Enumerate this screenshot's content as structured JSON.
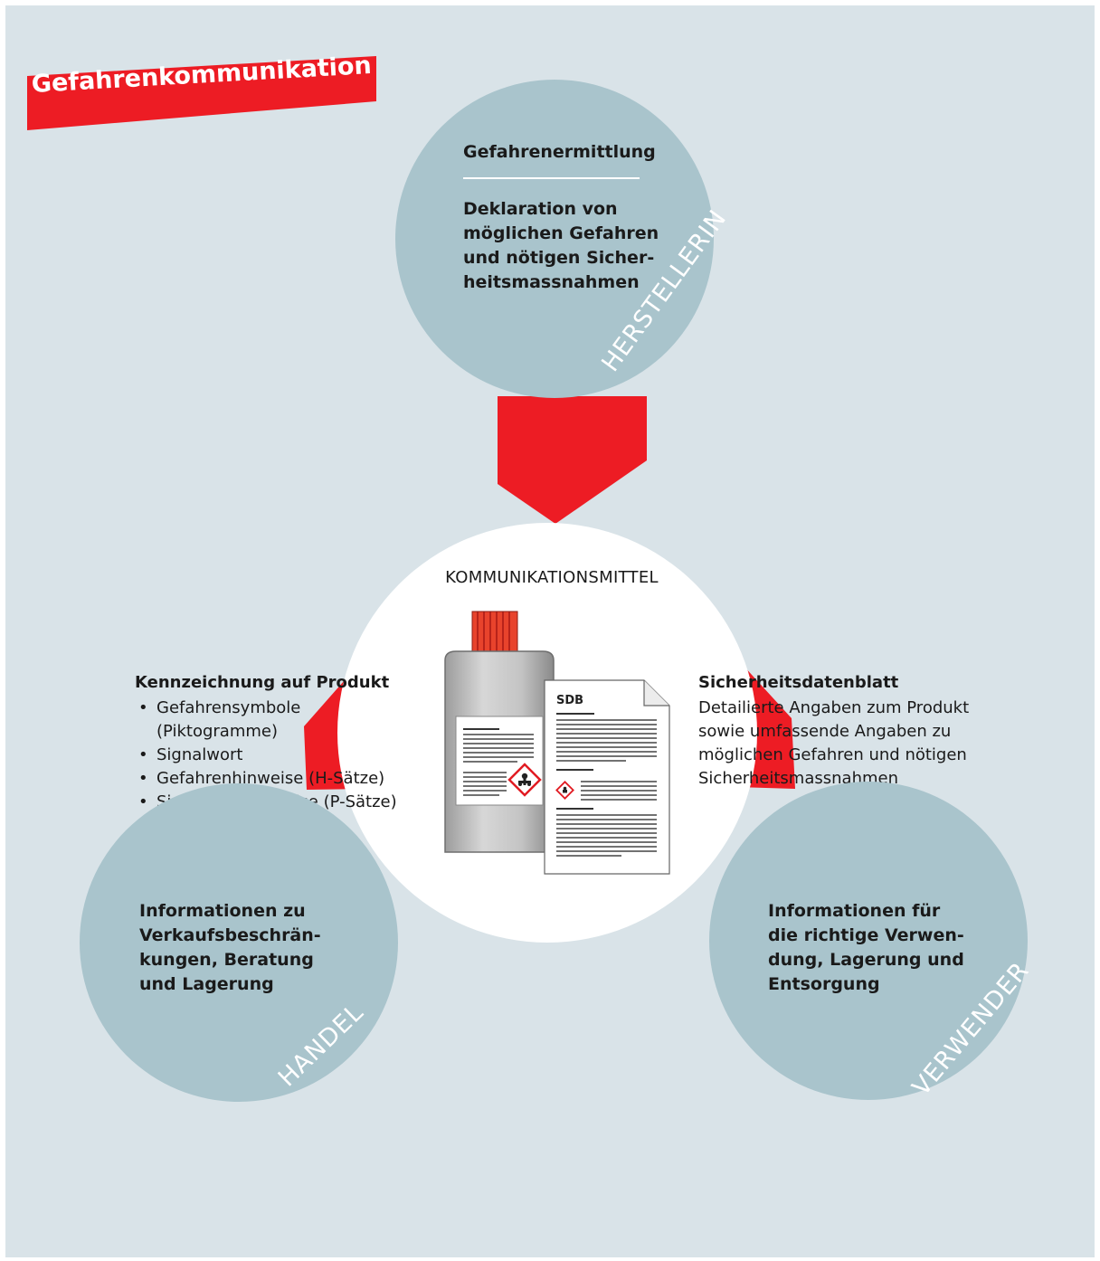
{
  "title": "Gefahrenkommunikation",
  "colors": {
    "background": "#d9e3e8",
    "circle": "#a9c4cc",
    "accent_red": "#ed1c24",
    "white": "#ffffff"
  },
  "herstellerin": {
    "role": "HERSTELLERIN",
    "heading": "Gefahrenermittlung",
    "text_lines": [
      "Deklaration von",
      "möglichen Gefahren",
      "und nötigen Sicher-",
      "heitsmassnahmen"
    ]
  },
  "center": {
    "heading": "KOMMUNIKATIONSMITTEL",
    "sdb_label": "SDB",
    "left": {
      "heading": "Kennzeichnung auf Produkt",
      "items": [
        "Gefahrensymbole (Piktogramme)",
        "Signalwort",
        "Gefahrenhinweise (H-Sätze)",
        "Sicherheitshinweise (P-Sätze)"
      ]
    },
    "right": {
      "heading": "Sicherheitsdatenblatt",
      "text_lines": [
        "Detailierte Angaben zum Produkt",
        "sowie umfassende Angaben zu",
        "möglichen Gefahren und nötigen",
        "Sicherheitsmassnahmen"
      ]
    }
  },
  "handel": {
    "role": "HANDEL",
    "text_lines": [
      "Informationen zu",
      "Verkaufsbeschrän-",
      "kungen, Beratung",
      "und Lagerung"
    ]
  },
  "verwender": {
    "role": "VERWENDER",
    "text_lines": [
      "Informationen für",
      "die richtige Verwen-",
      "dung, Lagerung und",
      "Entsorgung"
    ]
  }
}
